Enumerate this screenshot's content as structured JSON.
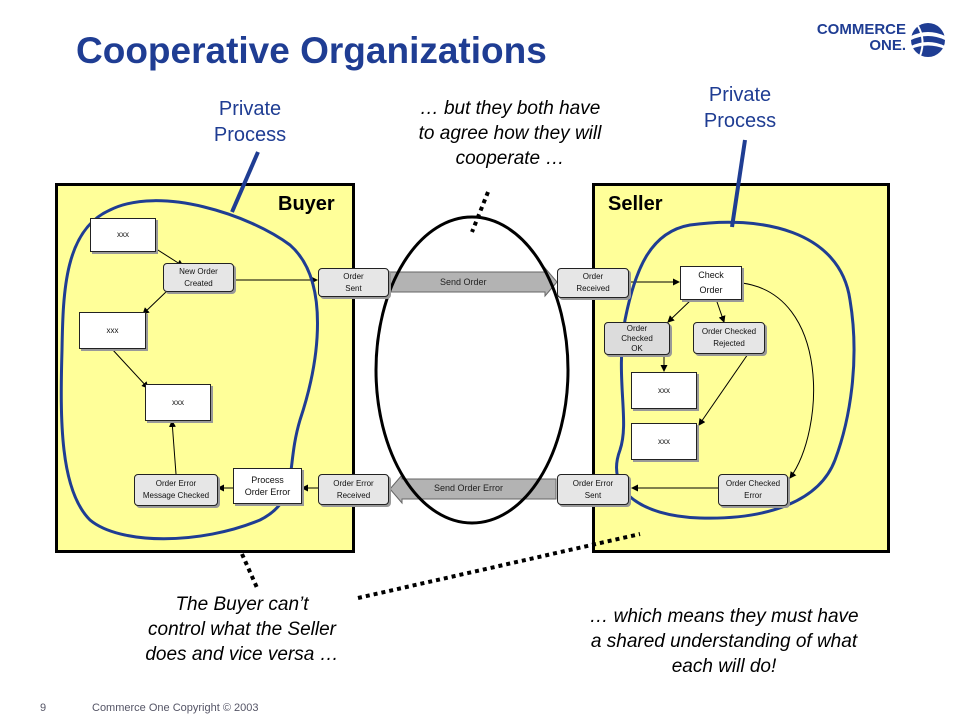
{
  "slide": {
    "title": "Cooperative Organizations",
    "page_number": "9",
    "copyright": "Commerce One Copyright © 2003"
  },
  "logo": {
    "line1": "COMMERCE",
    "line2": "ONE."
  },
  "labels": {
    "private_left": [
      "Private",
      "Process"
    ],
    "private_right": [
      "Private",
      "Process"
    ],
    "agree": [
      "… but they both have",
      "to agree how they will",
      "cooperate …"
    ],
    "cant_control": [
      "The Buyer can’t",
      "control what the Seller",
      "does and vice versa …"
    ],
    "shared": [
      "… which means they must have",
      "a shared understanding of what",
      "each will do!"
    ]
  },
  "buyer": {
    "title": "Buyer",
    "boxes": {
      "xxx1": "xxx",
      "new_order": [
        "New Order",
        "Created"
      ],
      "xxx2": "xxx",
      "xxx3": "xxx",
      "order_error_msg": [
        "Order Error",
        "Message Checked"
      ],
      "process_error": [
        "Process",
        "Order Error"
      ],
      "order_sent": [
        "Order",
        "Sent"
      ],
      "order_error_received": [
        "Order Error",
        "Received"
      ]
    }
  },
  "seller": {
    "title": "Seller",
    "boxes": {
      "order_received": [
        "Order",
        "Received"
      ],
      "check_order": [
        "Check",
        "Order"
      ],
      "checked_ok": [
        "Order",
        "Checked",
        "OK"
      ],
      "checked_rejected": [
        "Order Checked",
        "Rejected"
      ],
      "xxx1": "xxx",
      "xxx2": "xxx",
      "error_sent": [
        "Order Error",
        "Sent"
      ],
      "checked_error": [
        "Order Checked",
        "Error"
      ]
    }
  },
  "messages": {
    "send_order": "Send Order",
    "send_error": "Send Order Error"
  },
  "colors": {
    "panel": "#ffff99",
    "title": "#1f3d93",
    "outline": "#1f3d93"
  }
}
